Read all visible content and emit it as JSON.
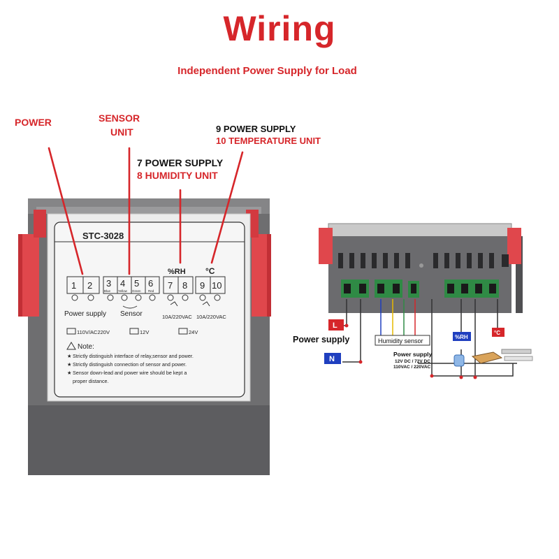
{
  "header": {
    "title": "Wiring",
    "subtitle": "Independent Power Supply for Load"
  },
  "callouts": {
    "power": "POWER",
    "sensor_line1": "SENSOR",
    "sensor_line2": "UNIT",
    "humidity_line1": "7 POWER SUPPLY",
    "humidity_line2": "8 HUMIDITY UNIT",
    "temperature_line1": "9 POWER SUPPLY",
    "temperature_line2": "10 TEMPERATURE UNIT"
  },
  "label_panel": {
    "model": "STC-3028",
    "rh_symbol": "%RH",
    "celsius_symbol": "°C",
    "terminals": [
      "1",
      "2",
      "3",
      "4",
      "5",
      "6",
      "7",
      "8",
      "9",
      "10"
    ],
    "sensor_wire_colors": [
      "Blue",
      "Yellow",
      "Green",
      "Red"
    ],
    "power_supply_label": "Power supply",
    "sensor_label": "Sensor",
    "relay_rating_1": "10A/220VAC",
    "relay_rating_2": "10A/220VAC",
    "voltage_options": [
      "110V/AC220V",
      "12V",
      "24V"
    ],
    "note_title": "Note:",
    "notes": [
      "Strictly distinguish interface of relay,sensor and power.",
      "Strictly distinguish connection of sensor and power.",
      "Sensor down-lead and power wire should be kept a",
      "proper distance."
    ]
  },
  "rear_diagram": {
    "line_tag": "L",
    "neutral_tag": "N",
    "power_supply_label": "Power supply",
    "humidity_sensor_label": "Humidity sensor",
    "rh_tag": "%RH",
    "temp_tag": "°C",
    "load_supply_title": "Power supply",
    "load_supply_line1": "12V DC / 72V DC",
    "load_supply_line2": "110VAC / 220VAC"
  },
  "colors": {
    "accent_red": "#d6262a",
    "housing_gray": "#6e6e70",
    "clip_red": "#e0474c",
    "terminal_green": "#2f8a45",
    "neutral_blue": "#1f3fbf"
  }
}
